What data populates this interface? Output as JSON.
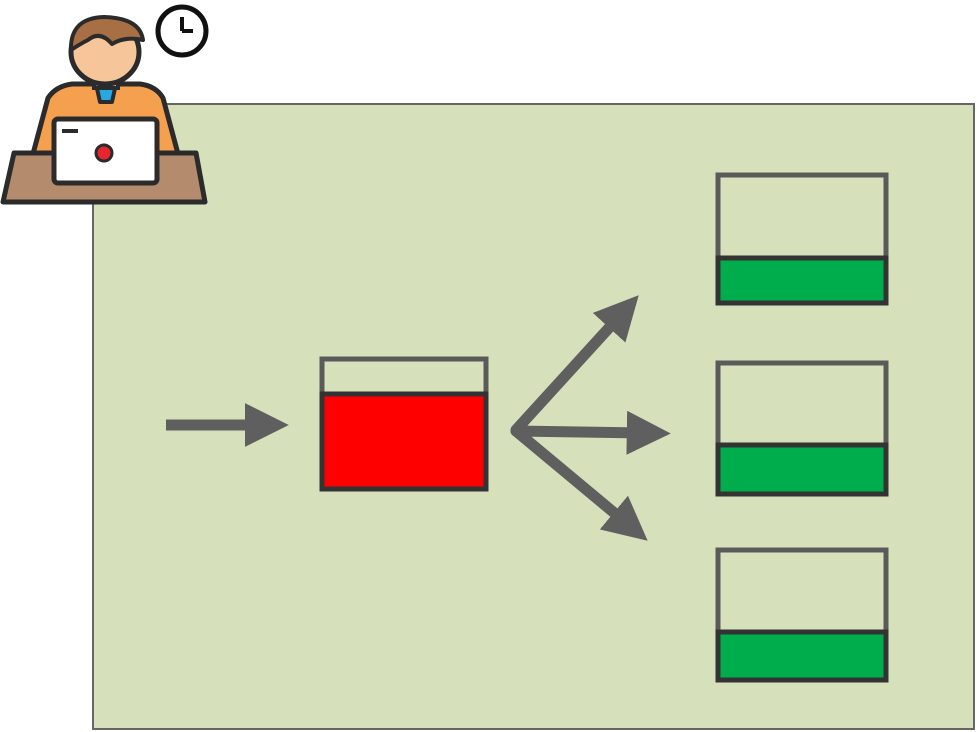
{
  "colors": {
    "page_background": "#ffffff",
    "panel_fill": "#d6e1bc",
    "panel_border": "#666666",
    "arrow": "#5f5f5f",
    "box_border": "#5a5a5a",
    "source_fill": "#ff0000",
    "target_fill": "#00ad4d",
    "skin": "#f7c59a",
    "hair": "#a86f45",
    "shirt": "#f4a04f",
    "tie": "#27a8e3",
    "desk": "#b58b6e",
    "laptop": "#ffffff",
    "outline": "#2b2b2b",
    "camera_dot": "#e6262e"
  },
  "icons": {
    "user": "person-at-laptop-icon",
    "clock": "clock-icon"
  },
  "diagram": {
    "source_box": {
      "fill_level": 0.75
    },
    "targets": [
      {
        "fill_level": 0.35
      },
      {
        "fill_level": 0.35
      },
      {
        "fill_level": 0.35
      }
    ]
  }
}
